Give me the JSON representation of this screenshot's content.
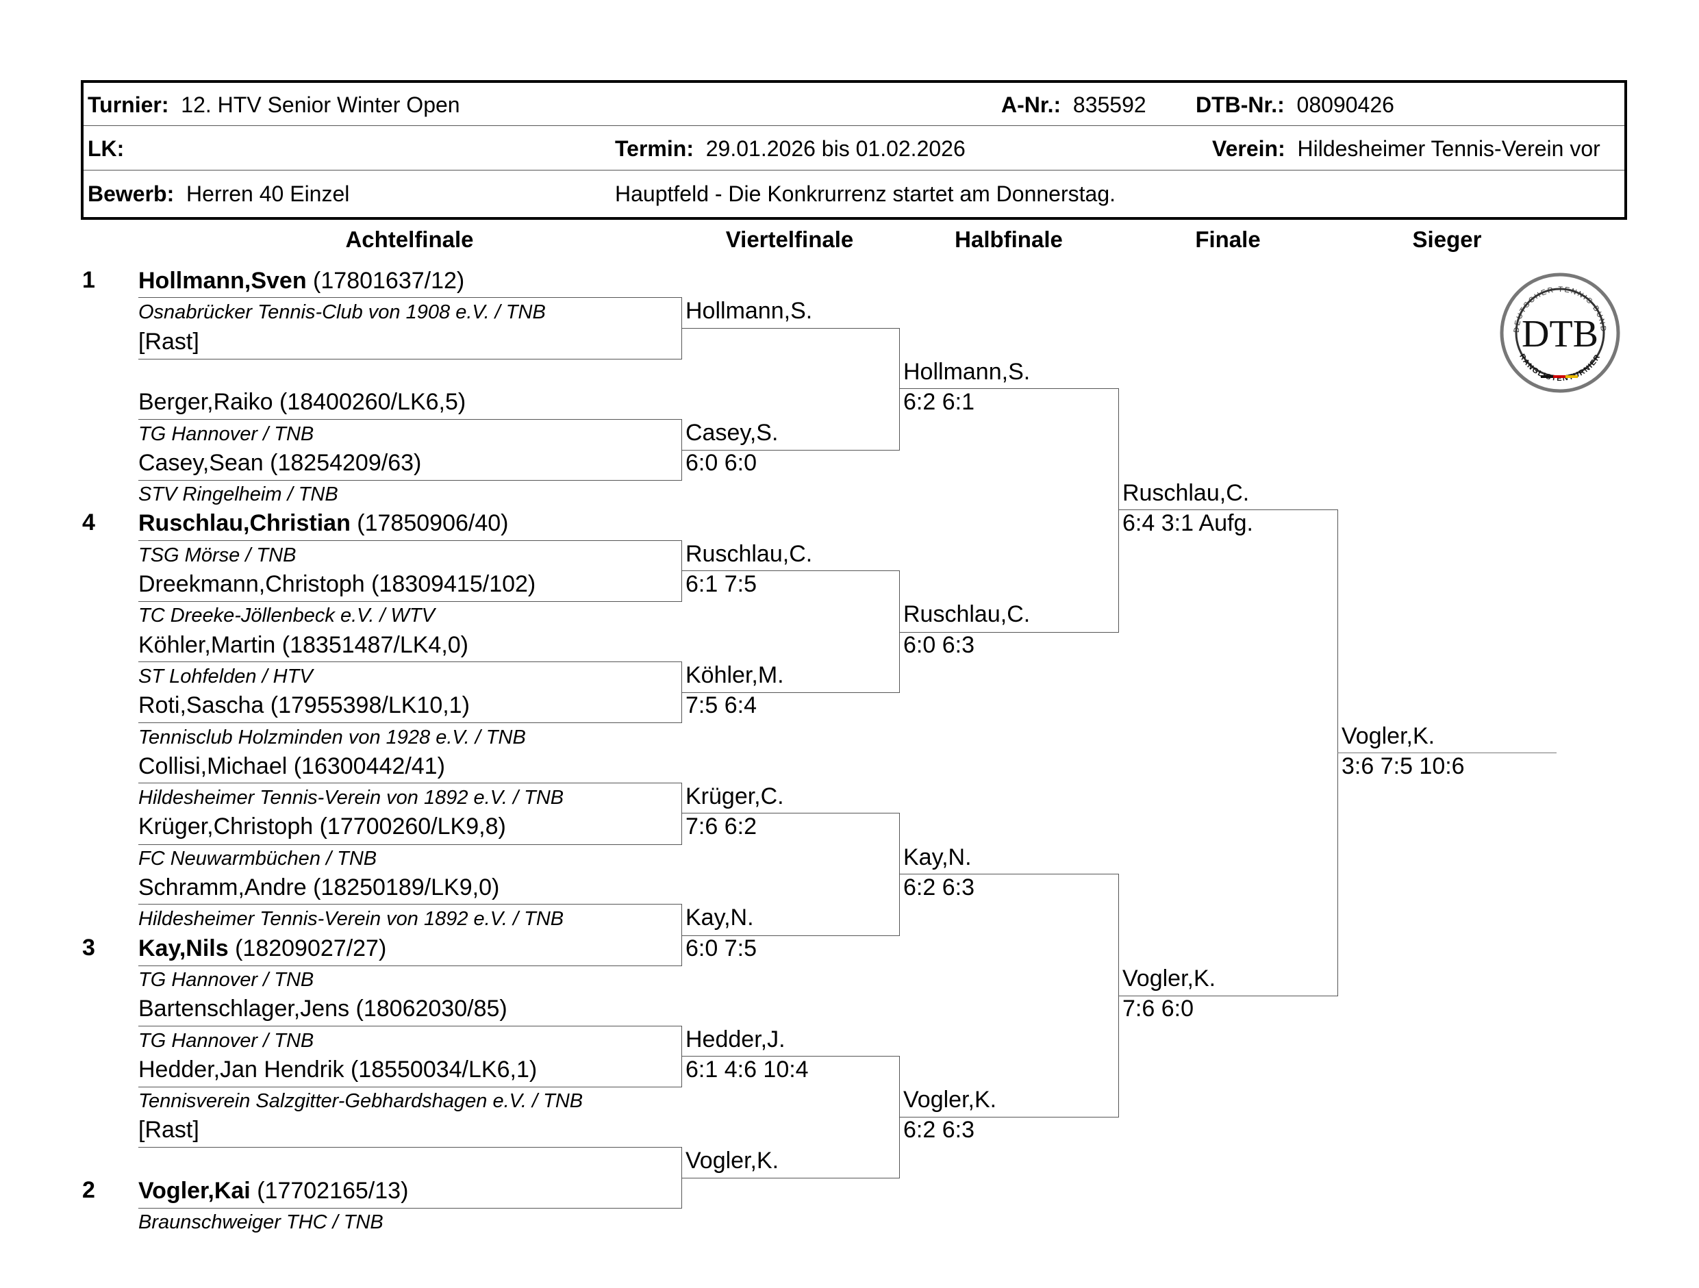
{
  "header": {
    "turnier_label": "Turnier:",
    "turnier_value": "12. HTV Senior Winter Open",
    "anr_label": "A-Nr.:",
    "anr_value": "835592",
    "dtbnr_label": "DTB-Nr.:",
    "dtbnr_value": "08090426",
    "lk_label": "LK:",
    "termin_label": "Termin:",
    "termin_value": "29.01.2026 bis 01.02.2026",
    "verein_label": "Verein:",
    "verein_value": "Hildesheimer Tennis-Verein vor",
    "bewerb_label": "Bewerb:",
    "bewerb_value": "Herren 40 Einzel",
    "hauptfeld": "Hauptfeld  - Die Konkrurrenz startet am Donnerstag."
  },
  "columns": [
    "Achtelfinale",
    "Viertelfinale",
    "Halbfinale",
    "Finale",
    "Sieger"
  ],
  "logo": {
    "text": "DTB",
    "ring_top": "DEUTSCHER TENNIS BUND",
    "ring_bottom": "RANGLISTENTURNIER"
  },
  "draw": [
    {
      "seed": "1",
      "name": "Hollmann,Sven",
      "rank": " (17801637/12)",
      "club": "Osnabrücker Tennis-Club von 1908 e.V. / TNB",
      "bold": true
    },
    {
      "seed": "",
      "name": "[Rast]",
      "rank": "",
      "club": "",
      "bold": false
    },
    {
      "seed": "",
      "name": "Berger,Raiko",
      "rank": " (18400260/LK6,5)",
      "club": "TG Hannover / TNB",
      "bold": false
    },
    {
      "seed": "",
      "name": "Casey,Sean",
      "rank": " (18254209/63)",
      "club": "STV Ringelheim / TNB",
      "bold": false
    },
    {
      "seed": "4",
      "name": "Ruschlau,Christian",
      "rank": " (17850906/40)",
      "club": "TSG Mörse / TNB",
      "bold": true
    },
    {
      "seed": "",
      "name": "Dreekmann,Christoph",
      "rank": " (18309415/102)",
      "club": "TC Dreeke-Jöllenbeck e.V. / WTV",
      "bold": false
    },
    {
      "seed": "",
      "name": "Köhler,Martin",
      "rank": " (18351487/LK4,0)",
      "club": "ST Lohfelden / HTV",
      "bold": false
    },
    {
      "seed": "",
      "name": "Roti,Sascha",
      "rank": " (17955398/LK10,1)",
      "club": "Tennisclub Holzminden von 1928 e.V. / TNB",
      "bold": false
    },
    {
      "seed": "",
      "name": "Collisi,Michael",
      "rank": " (16300442/41)",
      "club": "Hildesheimer Tennis-Verein von 1892 e.V. / TNB",
      "bold": false
    },
    {
      "seed": "",
      "name": "Krüger,Christoph",
      "rank": " (17700260/LK9,8)",
      "club": "FC Neuwarmbüchen / TNB",
      "bold": false
    },
    {
      "seed": "",
      "name": "Schramm,Andre",
      "rank": " (18250189/LK9,0)",
      "club": "Hildesheimer Tennis-Verein von 1892 e.V. / TNB",
      "bold": false
    },
    {
      "seed": "3",
      "name": "Kay,Nils",
      "rank": " (18209027/27)",
      "club": "TG Hannover / TNB",
      "bold": true
    },
    {
      "seed": "",
      "name": "Bartenschlager,Jens",
      "rank": " (18062030/85)",
      "club": "TG Hannover / TNB",
      "bold": false
    },
    {
      "seed": "",
      "name": "Hedder,Jan Hendrik",
      "rank": " (18550034/LK6,1)",
      "club": "Tennisverein Salzgitter-Gebhardshagen e.V. / TNB",
      "bold": false
    },
    {
      "seed": "",
      "name": "[Rast]",
      "rank": "",
      "club": "",
      "bold": false
    },
    {
      "seed": "2",
      "name": "Vogler,Kai",
      "rank": " (17702165/13)",
      "club": "Braunschweiger THC / TNB",
      "bold": true
    }
  ],
  "viertelfinale": [
    {
      "name": "Hollmann,S.",
      "score": ""
    },
    {
      "name": "Casey,S.",
      "score": "6:0 6:0"
    },
    {
      "name": "Ruschlau,C.",
      "score": "6:1 7:5"
    },
    {
      "name": "Köhler,M.",
      "score": "7:5 6:4"
    },
    {
      "name": "Krüger,C.",
      "score": "7:6 6:2"
    },
    {
      "name": "Kay,N.",
      "score": "6:0 7:5"
    },
    {
      "name": "Hedder,J.",
      "score": "6:1 4:6 10:4"
    },
    {
      "name": "Vogler,K.",
      "score": ""
    }
  ],
  "halbfinale": [
    {
      "name": "Hollmann,S.",
      "score": "6:2 6:1"
    },
    {
      "name": "Ruschlau,C.",
      "score": "6:0 6:3"
    },
    {
      "name": "Kay,N.",
      "score": "6:2 6:3"
    },
    {
      "name": "Vogler,K.",
      "score": "6:2 6:3"
    }
  ],
  "finale": [
    {
      "name": "Ruschlau,C.",
      "score": "6:4 3:1 Aufg."
    },
    {
      "name": "Vogler,K.",
      "score": "7:6 6:0"
    }
  ],
  "sieger": {
    "name": "Vogler,K.",
    "score": "3:6 7:5 10:6"
  }
}
